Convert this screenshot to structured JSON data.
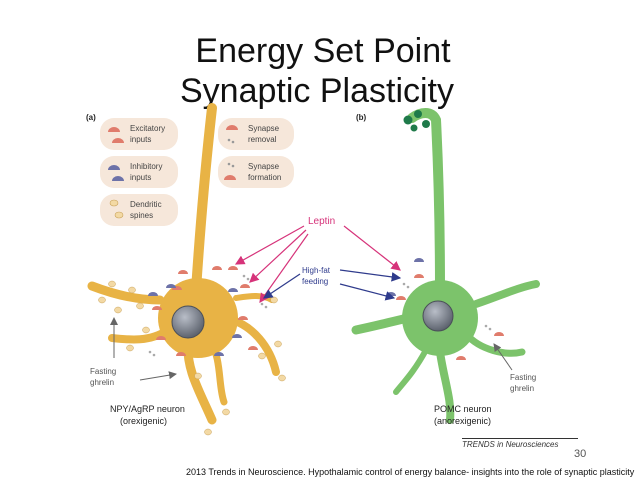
{
  "title": {
    "line1": "Energy Set Point",
    "line2": "Synaptic Plasticity"
  },
  "panels": {
    "a": "(a)",
    "b": "(b)"
  },
  "legend": {
    "excitatory": [
      "Excitatory",
      "inputs"
    ],
    "inhibitory": [
      "Inhibitory",
      "inputs"
    ],
    "dendritic": [
      "Dendritic",
      "spines"
    ],
    "removal": [
      "Synapse",
      "removal"
    ],
    "formation": [
      "Synapse",
      "formation"
    ]
  },
  "labels": {
    "leptin": "Leptin",
    "highfat": [
      "High-fat",
      "feeding"
    ],
    "fasting_left": [
      "Fasting",
      "ghrelin"
    ],
    "fasting_right": [
      "Fasting",
      "ghrelin"
    ],
    "npy": [
      "NPY/AgRP neuron",
      "(orexigenic)"
    ],
    "pomc": [
      "POMC neuron",
      "(anorexigenic)"
    ]
  },
  "journal_mark": "TRENDS in Neurosciences",
  "page_number": "30",
  "caption": "2013 Trends in Neuroscience. Hypothalamic control of energy balance- insights into the role of synaptic plasticity",
  "colors": {
    "npy_neuron": "#e8b345",
    "pomc_neuron": "#7cc36b",
    "nucleus": "#6e7480",
    "leptin": "#d6337a",
    "highfat": "#2f3b8c",
    "legend_box": "#f6e7da"
  }
}
